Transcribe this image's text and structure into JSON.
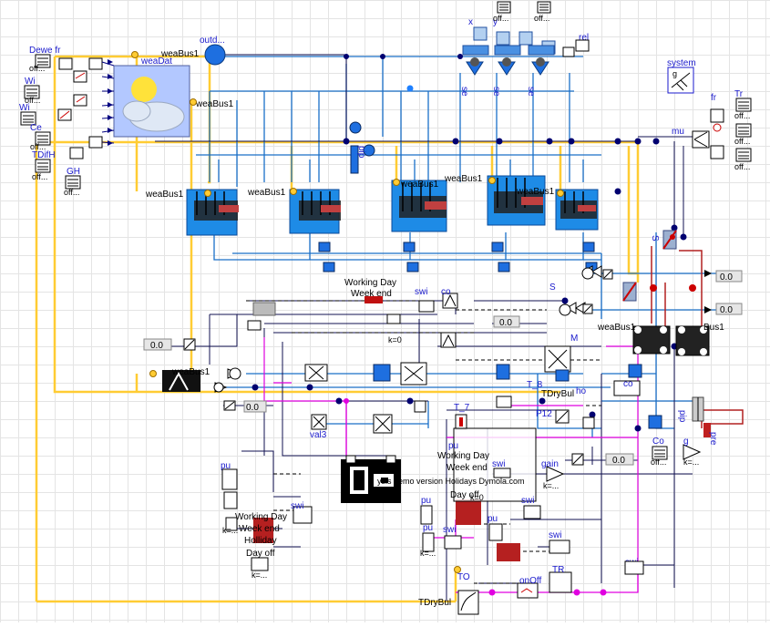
{
  "diagram": {
    "weather_labels": {
      "weaDat": "weaDat",
      "weaBus_top": "weaBus1",
      "weaBus_mid": "weaBus1",
      "outdoor": "outd...",
      "weaBus_z1": "weaBus1",
      "weaBus_z2": "weaBus1",
      "weaBus_z3": "weaBus1",
      "weaBus_z4": "weaBus1",
      "weaBus_r1": "weaBus1",
      "weaBus_r2": "Bus1",
      "weaBus_lower": "weaBus1"
    },
    "input_blocks": [
      {
        "label": "Dewe fr",
        "sub": "off..."
      },
      {
        "label": "Wi",
        "sub": "off..."
      },
      {
        "label": "Wi",
        "sub": ""
      },
      {
        "label": "Ce",
        "sub": "off..."
      },
      {
        "label": "TDifH",
        "sub": "off..."
      },
      {
        "label": "GH",
        "sub": "off..."
      }
    ],
    "top_blocks": {
      "x": "x",
      "y": "y",
      "rel": "rel",
      "off1": "off...",
      "off2": "off..."
    },
    "system": {
      "label": "system",
      "g": "g"
    },
    "right_blocks": {
      "mu": "mu",
      "fr": "fr",
      "Tr": "Tr",
      "off_a": "off...",
      "off_b": "off...",
      "off_c": "off..."
    },
    "values": {
      "v1": "0.0",
      "v2": "0.0",
      "v3": "0.0",
      "v4": "0.0",
      "v5": "0.0",
      "v6": "0.0"
    },
    "schedule_labels": {
      "working_day": "Working Day",
      "week_end": "Week end",
      "holliday": "Holliday",
      "day_off": "Day off",
      "swi": "swi",
      "co": "co",
      "k0": "k=0",
      "k_dots": "k=...",
      "pu": "pu"
    },
    "misc_labels": {
      "val3": "val3",
      "T7": "T_7",
      "T8": "T_8",
      "P12": "P12",
      "gain": "gain",
      "TDryBul_a": "TDryBul",
      "TDryBul_b": "TDryBul",
      "TO": "TO",
      "onOff": "onOff",
      "TR": "TR",
      "Co": "Co",
      "g_k": "g",
      "pre": "pre",
      "pip": "pip",
      "se1": "se",
      "se2": "se",
      "se3": "se",
      "ho": "ho",
      "co2": "co",
      "M": "M",
      "S": "S",
      "S2": "S",
      "demo": "ysis demo version Holidays Dymola.com"
    },
    "colors": {
      "weather_bus": "#ffcc33",
      "fluid_line": "#1a6fc8",
      "signal_line": "#000080",
      "zone_blue": "#1e8be6",
      "heat_red": "#b22020",
      "magenta": "#e000e0"
    }
  }
}
